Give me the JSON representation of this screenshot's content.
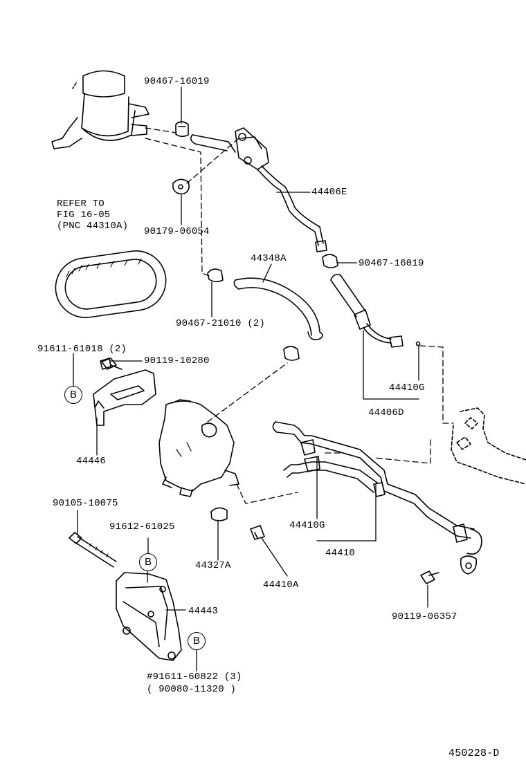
{
  "figure_code": "450228-D",
  "refer_note": [
    "REFER TO",
    "FIG 16-05",
    "(PNC 44310A)"
  ],
  "badge_letter": "B",
  "part_labels": [
    {
      "id": "p1",
      "text": "90467-16019"
    },
    {
      "id": "p2",
      "text": "44406E"
    },
    {
      "id": "p3",
      "text": "90179-06054"
    },
    {
      "id": "p4",
      "text": "44348A"
    },
    {
      "id": "p5",
      "text": "90467-16019"
    },
    {
      "id": "p6",
      "text": "90467-21010 (2)"
    },
    {
      "id": "p7",
      "text": "91611-61018 (2)"
    },
    {
      "id": "p8",
      "text": "90119-10280"
    },
    {
      "id": "p9",
      "text": "44410G"
    },
    {
      "id": "p10",
      "text": "44406D"
    },
    {
      "id": "p11",
      "text": "44446"
    },
    {
      "id": "p12",
      "text": "90105-10075"
    },
    {
      "id": "p13",
      "text": "91612-61025"
    },
    {
      "id": "p14",
      "text": "44410G"
    },
    {
      "id": "p15",
      "text": "44327A"
    },
    {
      "id": "p16",
      "text": "44410"
    },
    {
      "id": "p17",
      "text": "44443"
    },
    {
      "id": "p18",
      "text": "44410A"
    },
    {
      "id": "p19",
      "text": "90119-06357"
    },
    {
      "id": "p20",
      "text": "#91611-60822 (3)"
    },
    {
      "id": "p21",
      "text": "( 90080-11320 )"
    }
  ]
}
